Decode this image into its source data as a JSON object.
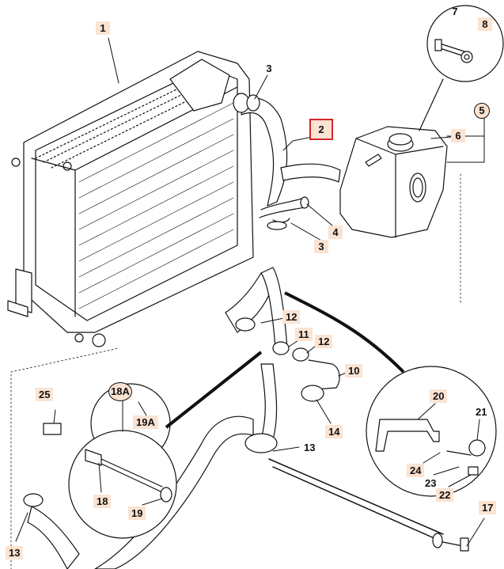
{
  "callouts": {
    "c1": "1",
    "c2": "2",
    "c3a": "3",
    "c3b": "3",
    "c4": "4",
    "c5": "5",
    "c6": "6",
    "c7": "7",
    "c8": "8",
    "c10": "10",
    "c11": "11",
    "c12a": "12",
    "c12b": "12",
    "c13a": "13",
    "c13b": "13",
    "c14": "14",
    "c17": "17",
    "c18": "18",
    "c18a": "18A",
    "c19": "19",
    "c19a": "19A",
    "c20": "20",
    "c21": "21",
    "c22": "22",
    "c23": "23",
    "c24": "24",
    "c25": "25"
  },
  "colors": {
    "line": "#111111",
    "fill_label": "#fbe3d2",
    "highlight": "#d6262b"
  },
  "selected_callout": "2"
}
